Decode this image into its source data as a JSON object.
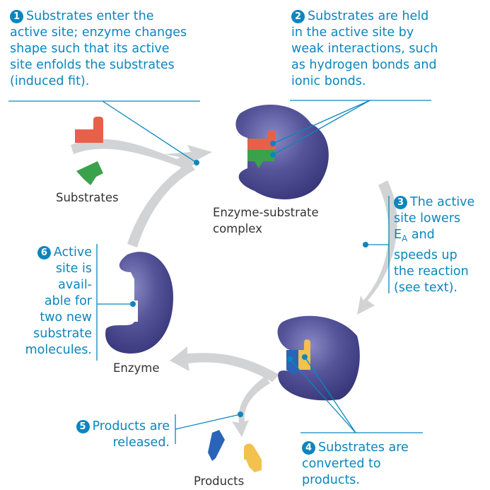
{
  "title": "Enzyme catalytic cycle",
  "colors": {
    "callout": "#0b86bd",
    "enzyme": "#4b4a8e",
    "arrow": "#d2d3d5",
    "substrate_red": "#e8604a",
    "substrate_green": "#3aa24a",
    "product_blue": "#2a64b8",
    "product_yellow": "#f2c14e"
  },
  "steps": [
    {
      "number": "1",
      "text_lines": [
        "Substrates enter the",
        "active site; enzyme changes",
        "shape such that its active",
        "site enfolds the substrates",
        "(induced fit)."
      ]
    },
    {
      "number": "2",
      "text_lines": [
        "Substrates are held",
        "in the active site by",
        "weak interactions, such",
        "as hydrogen bonds and",
        "ionic bonds."
      ]
    },
    {
      "number": "3",
      "text_lines": [
        "The active",
        "site lowers",
        "E",
        "A",
        " and",
        "speeds up",
        "the reaction",
        "(see text)."
      ]
    },
    {
      "number": "4",
      "text_lines": [
        "Substrates are",
        "converted to",
        "products."
      ]
    },
    {
      "number": "5",
      "text_lines": [
        "Products are",
        "released."
      ]
    },
    {
      "number": "6",
      "text_lines": [
        "Active",
        "site is",
        "avail-",
        "able for",
        "two new",
        "substrate",
        "molecules."
      ]
    }
  ],
  "labels": {
    "substrates": "Substrates",
    "complex_line1": "Enzyme-substrate",
    "complex_line2": "complex",
    "enzyme": "Enzyme",
    "products": "Products"
  }
}
